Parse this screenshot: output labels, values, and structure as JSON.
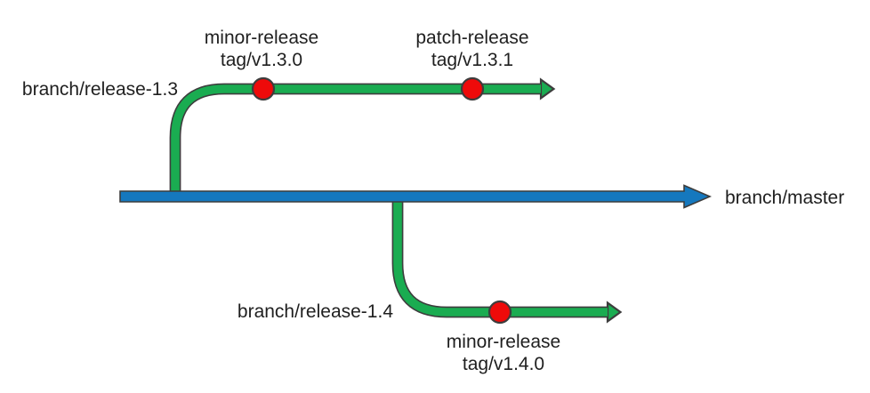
{
  "colors": {
    "master": "#1578be",
    "branch": "#1aac51",
    "commit": "#ee0a0a",
    "outline": "#3d3d3d",
    "text": "#1f1f1f",
    "background": "#ffffff"
  },
  "master": {
    "label": "branch/master"
  },
  "branches": {
    "release13": {
      "label": "branch/release-1.3"
    },
    "release14": {
      "label": "branch/release-1.4"
    }
  },
  "tags": {
    "v130": {
      "line1": "minor-release",
      "line2": "tag/v1.3.0"
    },
    "v131": {
      "line1": "patch-release",
      "line2": "tag/v1.3.1"
    },
    "v140": {
      "line1": "minor-release",
      "line2": "tag/v1.4.0"
    }
  }
}
